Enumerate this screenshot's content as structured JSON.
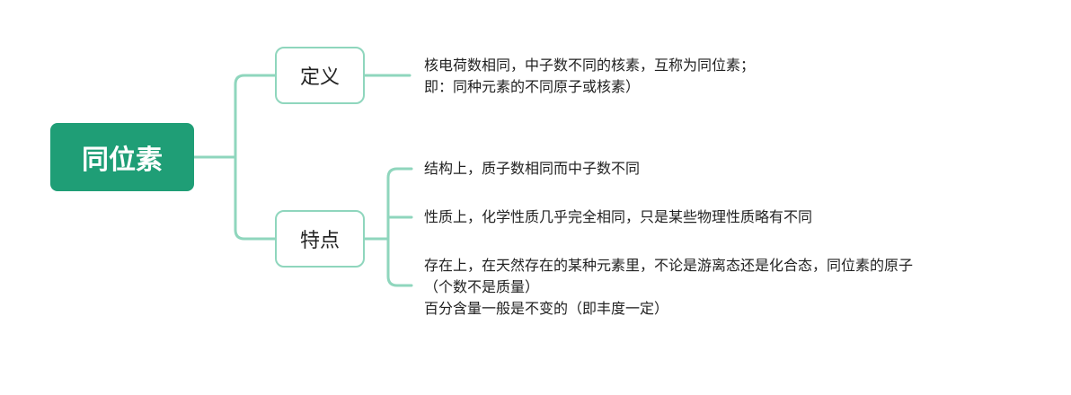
{
  "root": {
    "label": "同位素"
  },
  "branches": [
    {
      "label": "定义",
      "leaves": [
        {
          "lines": [
            "核电荷数相同，中子数不同的核素，互称为同位素；",
            "即：同种元素的不同原子或核素）"
          ]
        }
      ]
    },
    {
      "label": "特点",
      "leaves": [
        {
          "lines": [
            "结构上，质子数相同而中子数不同"
          ]
        },
        {
          "lines": [
            "性质上，化学性质几乎完全相同，只是某些物理性质略有不同"
          ]
        },
        {
          "lines": [
            "存在上，在天然存在的某种元素里，不论是游离态还是化合态，同位素的原子",
            "（个数不是质量）",
            "百分含量一般是不变的（即丰度一定）"
          ]
        }
      ]
    }
  ],
  "colors": {
    "root_fill": "#1f9e76",
    "connector": "#8fd6bd",
    "text": "#222222"
  }
}
